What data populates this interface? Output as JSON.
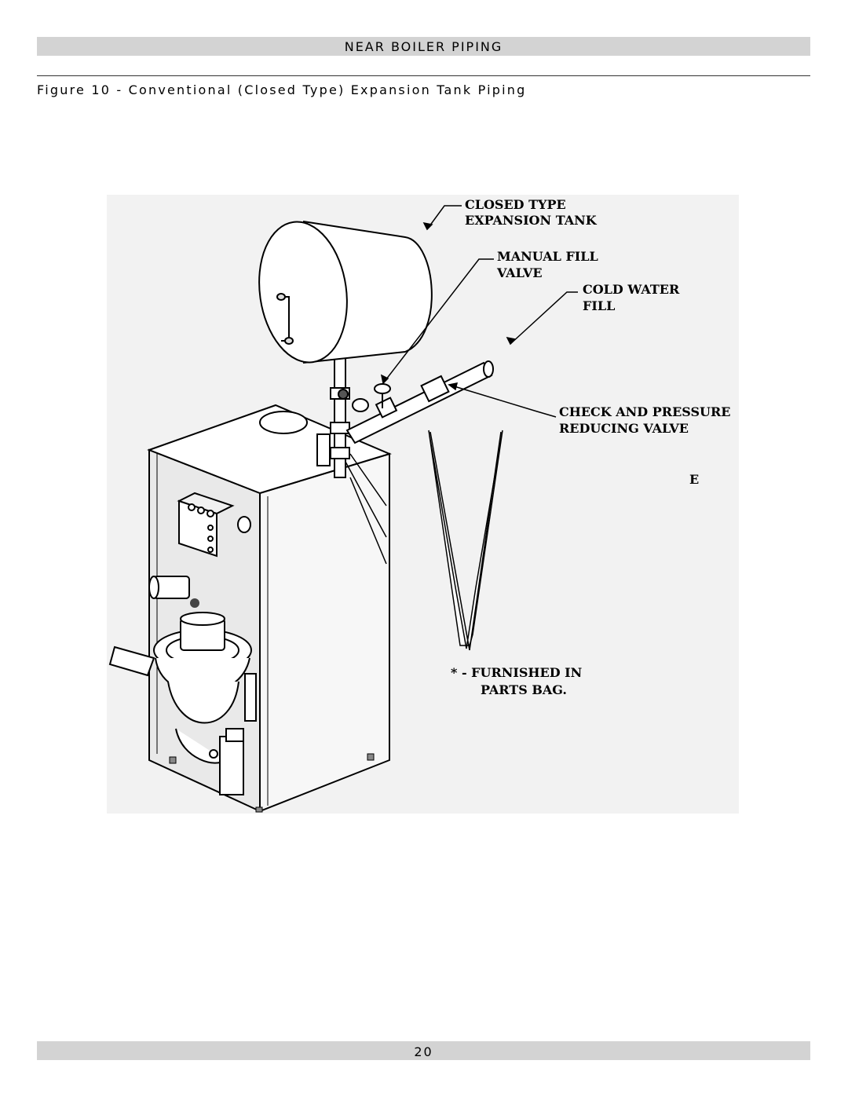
{
  "header": {
    "section_title": "NEAR BOILER PIPING"
  },
  "figure": {
    "caption": "Figure 10 - Conventional (Closed Type) Expansion Tank Piping",
    "labels": {
      "tank_line1": "CLOSED TYPE",
      "tank_line2": "EXPANSION TANK",
      "fill_valve_line1": "MANUAL FILL",
      "fill_valve_line2": "VALVE",
      "cold_water_line1": "COLD WATER",
      "cold_water_line2": "FILL",
      "check_valve_line1": "CHECK AND PRESSURE",
      "check_valve_line2": "REDUCING VALVE",
      "fragment_e": "E",
      "note_line1": "* - FURNISHED IN",
      "note_line2": "PARTS BAG."
    }
  },
  "footer": {
    "page_number": "20"
  }
}
